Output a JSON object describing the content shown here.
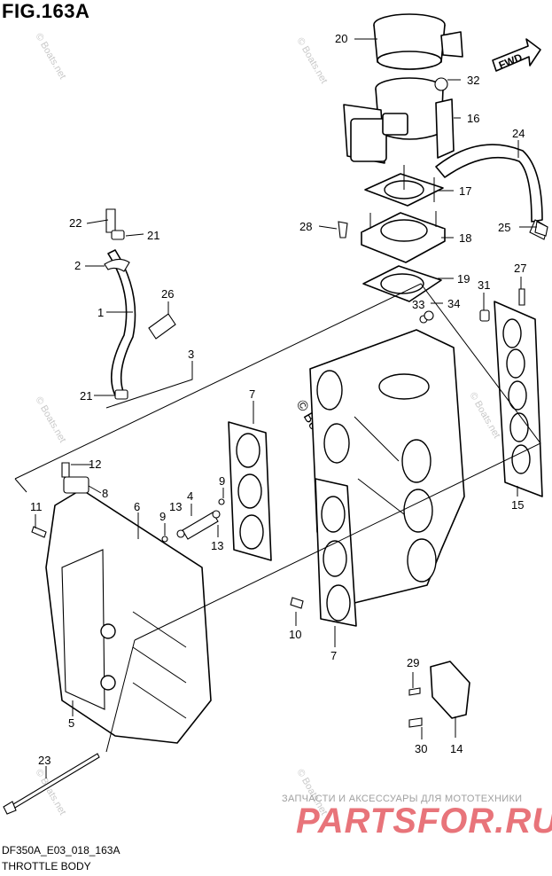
{
  "figure": {
    "title": "FIG.163A",
    "fwd_label": "FWD",
    "model_code": "DF350A_E03_018_163A",
    "section_name": "THROTTLE BODY"
  },
  "watermark": {
    "text": "© Boats.net"
  },
  "branding": {
    "subtitle": "ЗАПЧАСТИ И АКСЕССУАРЫ ДЛЯ МОТОТЕХНИКИ",
    "name": "PARTSFOR.RU"
  },
  "callouts": {
    "c1": "1",
    "c2": "2",
    "c3": "3",
    "c4": "4",
    "c5": "5",
    "c6": "6",
    "c7a": "7",
    "c7b": "7",
    "c8": "8",
    "c9a": "9",
    "c9b": "9",
    "c10": "10",
    "c11": "11",
    "c12": "12",
    "c13a": "13",
    "c13b": "13",
    "c14": "14",
    "c15": "15",
    "c16": "16",
    "c17": "17",
    "c18": "18",
    "c19": "19",
    "c20": "20",
    "c21a": "21",
    "c21b": "21",
    "c22": "22",
    "c23": "23",
    "c24": "24",
    "c25": "25",
    "c26": "26",
    "c27": "27",
    "c28": "28",
    "c29": "29",
    "c30": "30",
    "c31": "31",
    "c32": "32",
    "c33": "33",
    "c34": "34"
  }
}
